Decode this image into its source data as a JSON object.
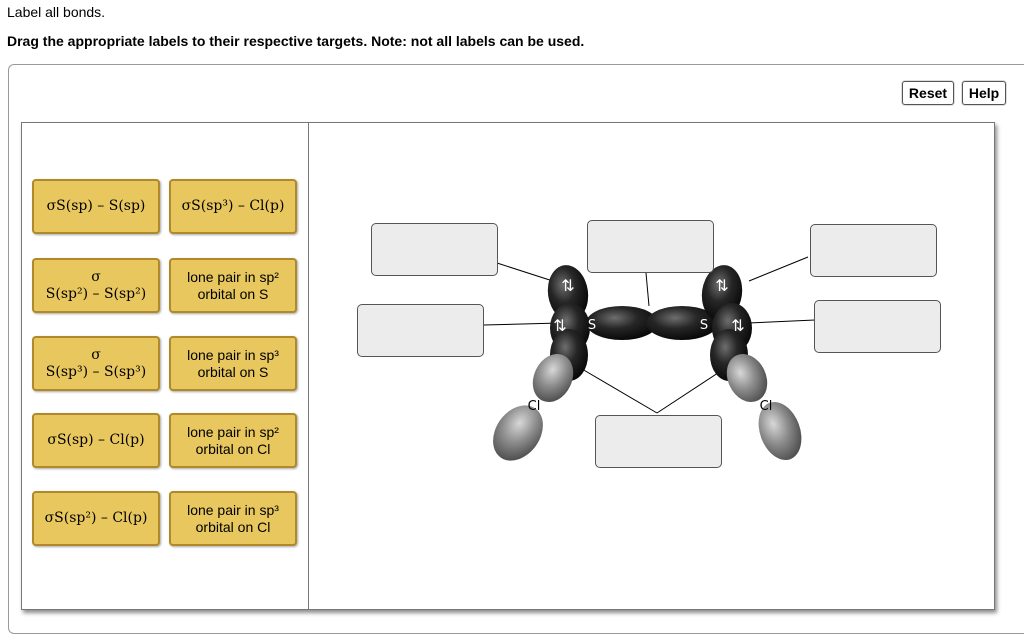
{
  "instructions": {
    "line1": "Label all bonds.",
    "line2": "Drag the appropriate labels to their respective targets. Note: not all labels can be used."
  },
  "buttons": {
    "reset": "Reset",
    "help": "Help"
  },
  "labels": {
    "l1": {
      "line1": "σS(sp) – S(sp)"
    },
    "l2": {
      "line1": "σS(sp³) – Cl(p)"
    },
    "l3": {
      "line1": "σ",
      "line2": "S(sp²) – S(sp²)"
    },
    "l4": {
      "line1": "lone pair in sp²",
      "line2": "orbital on S"
    },
    "l5": {
      "line1": "σ",
      "line2": "S(sp³) – S(sp³)"
    },
    "l6": {
      "line1": "lone pair in sp³",
      "line2": "orbital on S"
    },
    "l7": {
      "line1": "σS(sp) – Cl(p)"
    },
    "l8": {
      "line1": "lone pair in sp²",
      "line2": "orbital on Cl"
    },
    "l9": {
      "line1": "σS(sp²) – Cl(p)"
    },
    "l10": {
      "line1": "lone pair in sp³",
      "line2": "orbital on Cl"
    }
  },
  "molecule": {
    "atom_s_left": "S",
    "atom_s_right": "S",
    "atom_cl_left": "Cl",
    "atom_cl_right": "Cl",
    "electron_pair": "⇅",
    "colors": {
      "orbital_dark": "#1a1a1a",
      "orbital_grey": "#8a8a8a",
      "label_fill": "#e8c75f",
      "target_fill": "#ececec"
    }
  }
}
